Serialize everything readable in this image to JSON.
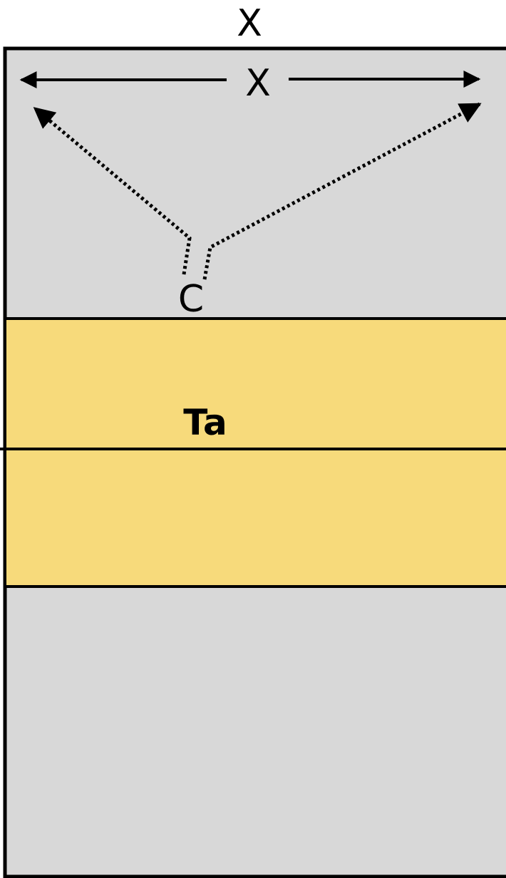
{
  "labels": {
    "top_x": "X",
    "inner_x": "X",
    "c": "C",
    "ta": "Ta"
  },
  "colors": {
    "panel_fill": "#d8d8d8",
    "band_fill": "#f7da7b",
    "stroke": "#000000",
    "background": "#ffffff"
  }
}
